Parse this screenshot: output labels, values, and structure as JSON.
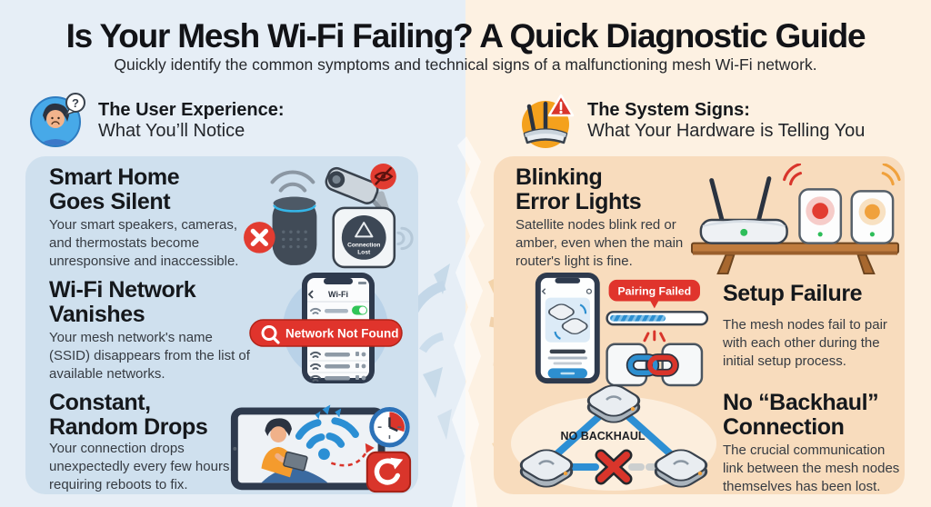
{
  "header": {
    "title": "Is Your Mesh Wi-Fi Failing? A Quick Diagnostic Guide",
    "subtitle": "Quickly identify the common symptoms and technical signs of a malfunctioning mesh Wi-Fi network."
  },
  "left": {
    "section": {
      "title": "The User Experience:",
      "subtitle": "What You’ll Notice"
    },
    "items": [
      {
        "title1": "Smart Home",
        "title2": "Goes Silent",
        "body": "Your smart speakers, cameras, and thermostats become unresponsive and inaccessible."
      },
      {
        "title1": "Wi-Fi Network",
        "title2": "Vanishes",
        "body": "Your mesh network's name (SSID) disappears from the list of available networks."
      },
      {
        "title1": "Constant,",
        "title2": "Random Drops",
        "body": "Your connection drops unexpectedly every few hours, requiring reboots to fix."
      }
    ]
  },
  "right": {
    "section": {
      "title": "The System Signs:",
      "subtitle": "What Your Hardware is Telling You"
    },
    "items": [
      {
        "title1": "Blinking",
        "title2": "Error Lights",
        "body": "Satellite nodes blink red or amber, even when the main router's light is fine."
      },
      {
        "title1": "Setup Failure",
        "title2": "",
        "body": "The mesh nodes fail to pair with each other during the initial setup process."
      },
      {
        "title1": "No “Backhaul”",
        "title2": "Connection",
        "body": "The crucial communication link between the mesh nodes themselves has been lost."
      }
    ]
  },
  "labels": {
    "connection_lost_line1": "Connection",
    "connection_lost_line2": "Lost",
    "wifi_screen_title": "Wi-Fi",
    "network_not_found": "Network Not Found",
    "pairing_failed": "Pairing Failed",
    "no_backhaul": "NO BACKHAUL",
    "question_mark": "?"
  },
  "colors": {
    "left_background": "#E6EEF6",
    "left_card": "#CFE0EE",
    "right_background": "#FDF1E2",
    "right_card": "#F8DCBD",
    "accent_red": "#E0342C",
    "accent_blue": "#2D8FD0",
    "accent_green": "#2EBD59",
    "accent_amber": "#F0A13C"
  }
}
